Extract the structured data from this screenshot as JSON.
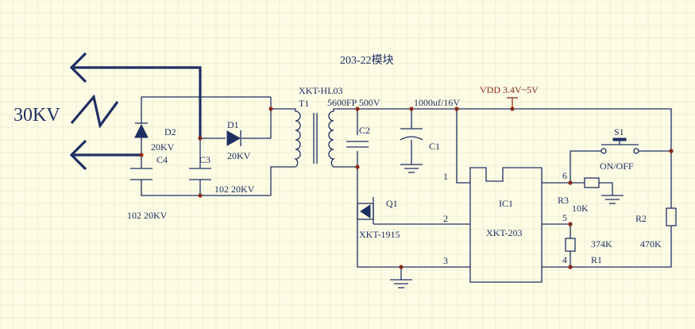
{
  "title": "203-22模块",
  "hv_label": "30KV",
  "vdd_label": "VDD 3.4V~5V",
  "diodes": {
    "d2": {
      "name": "D2",
      "value": "20KV"
    },
    "d1": {
      "name": "D1",
      "value": "20KV"
    }
  },
  "capacitors": {
    "c4": {
      "name": "C4",
      "value": "102 20KV"
    },
    "c3": {
      "name": "C3",
      "value": "102 20KV"
    },
    "c2": {
      "name": "C2",
      "value": "5600FP  500V"
    },
    "c1": {
      "name": "C1",
      "value": "1000uf/16V"
    }
  },
  "transformer": {
    "name": "T1",
    "part": "XKT-HL03"
  },
  "transistor": {
    "name": "Q1",
    "part": "XKT-1915"
  },
  "ic": {
    "name": "IC1",
    "part": "XKT-203",
    "pins": [
      "1",
      "2",
      "3",
      "4",
      "5",
      "6"
    ]
  },
  "resistors": {
    "r3": {
      "name": "R3",
      "value": "10K"
    },
    "r1": {
      "name": "R1",
      "value": "374K"
    },
    "r2": {
      "name": "R2",
      "value": "470K"
    }
  },
  "switch": {
    "name": "S1",
    "state": "ON/OFF"
  }
}
